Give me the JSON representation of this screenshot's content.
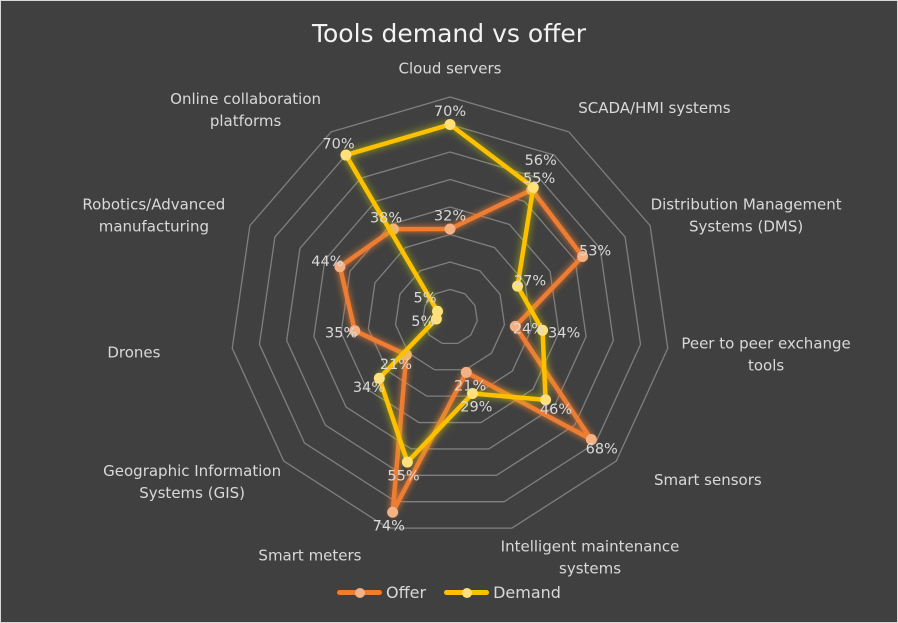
{
  "chart_data": {
    "type": "radar",
    "title": "Tools demand vs offer",
    "categories": [
      "Cloud servers",
      "SCADA/HMI systems",
      "Distribution Management Systems (DMS)",
      "Peer to peer exchange tools",
      "Smart sensors",
      "Intelligent maintenance systems",
      "Smart meters",
      "Geographic Information Systems (GIS)",
      "Drones",
      "Robotics/Advanced manufacturing",
      "Online collaboration platforms"
    ],
    "series": [
      {
        "name": "Offer",
        "color": "#ED7D31",
        "values": [
          32,
          55,
          53,
          24,
          68,
          21,
          74,
          21,
          35,
          44,
          38
        ]
      },
      {
        "name": "Demand",
        "color": "#FFC000",
        "values": [
          70,
          56,
          27,
          34,
          46,
          29,
          55,
          34,
          5,
          5,
          70
        ]
      }
    ],
    "value_suffix": "%",
    "rlim": [
      0,
      80
    ],
    "grid_step": 10,
    "grid": true,
    "legend_position": "bottom"
  }
}
